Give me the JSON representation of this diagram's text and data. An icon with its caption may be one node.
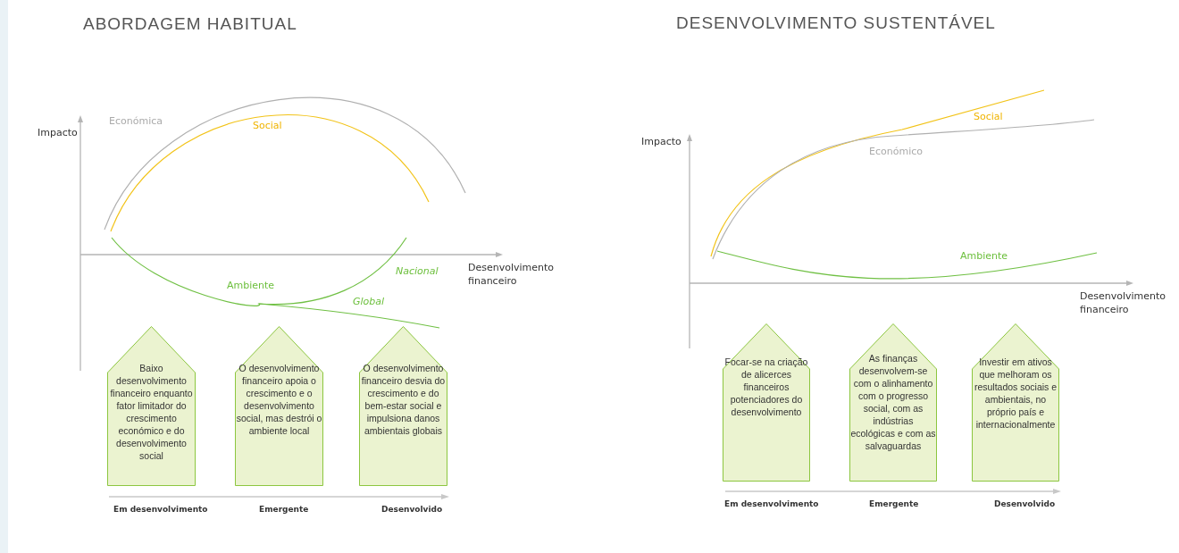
{
  "diagram": {
    "nodes": [
      {
        "text": [
          "Baixo desenvolvimento financeiro enquanto fator limitador do crescimento económico e do desenvolvimento social"
        ]
      },
      {
        "text": [
          "O desenvolvimento financeiro apoia o crescimento e o desenvolvimento social, mas destrói o ambiente local"
        ]
      },
      {
        "text": [
          "O desenvolvimento financeiro desvia do crescimento e do bem-estar social e impulsiona danos ambientais globais"
        ]
      },
      {
        "text": [
          "Focar-se na criação de alicerces financeiros potenciadores do desenvolvimento"
        ]
      },
      {
        "text": [
          "As finanças desenvolvem-se com o alinhamento com o progresso social, com as indústrias ecológicas e com as salvaguardas"
        ]
      },
      {
        "text": [
          "Investir em ativos que melhoram os resultados sociais e ambientais, no próprio país e internacionalmente"
        ]
      }
    ],
    "labels": [
      "ABORDAGEM HABITUAL",
      "DESENVOLVIMENTO SUSTENTÁVEL",
      "Impacto",
      "Económica",
      "Social",
      "Nacional",
      "Desenvolvimento financeiro",
      "Ambiente",
      "Global",
      "Em desenvolvimento",
      "Emergente",
      "Desenvolvido",
      "Social",
      "Impacto",
      "Económico",
      "Ambiente",
      "Desenvolvimento financeiro",
      "Em desenvolvimento",
      "Emergente",
      "Desenvolvido"
    ]
  }
}
